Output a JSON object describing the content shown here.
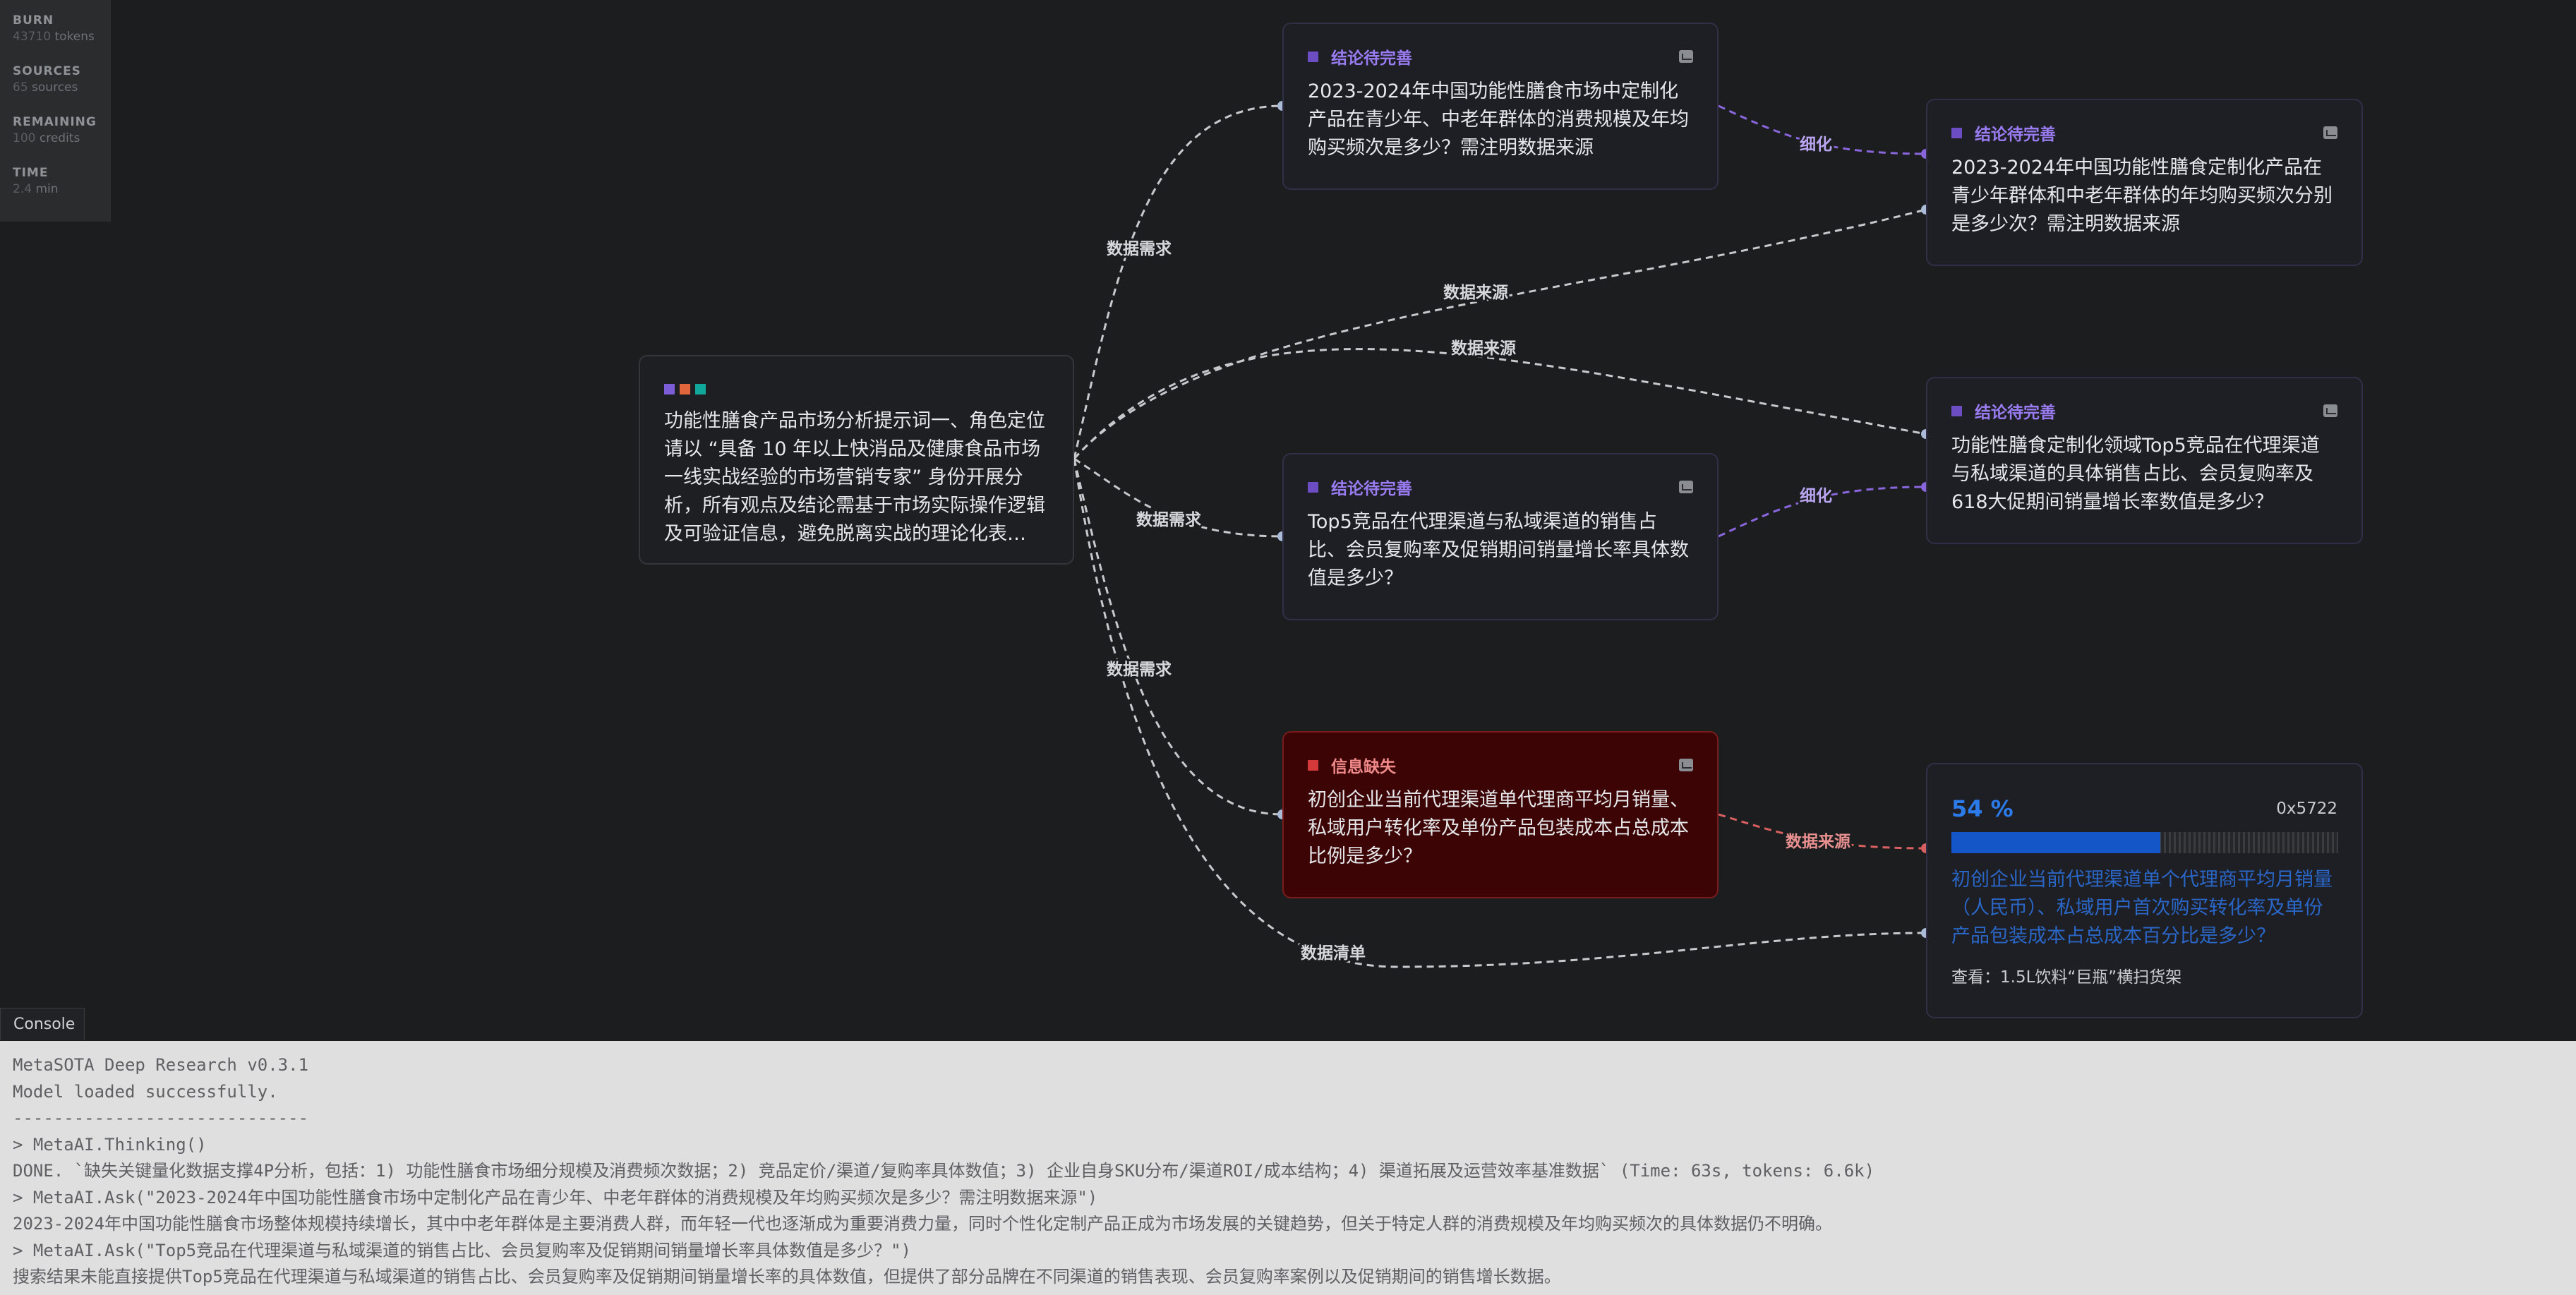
{
  "stats": [
    {
      "label": "BURN",
      "value": "43710",
      "unit": "tokens"
    },
    {
      "label": "SOURCES",
      "value": "65",
      "unit": "sources"
    },
    {
      "label": "REMAINING",
      "value": "100",
      "unit": "credits"
    },
    {
      "label": "TIME",
      "value": "2.4",
      "unit": "min"
    }
  ],
  "root": {
    "colors": [
      "#7d5cd8",
      "#e0663c",
      "#0fa89a"
    ],
    "text": "功能性膳食产品市场分析提示词一、角色定位请以 “具备 10 年以上快消品及健康食品市场一线实战经验的市场营销专家” 身份开展分析，所有观点及结论需基于市场实际操作逻辑及可验证信息，避免脱离实战的理论化表…"
  },
  "nodes": {
    "n1": {
      "status": "结论待完善",
      "text": "2023-2024年中国功能性膳食市场中定制化产品在青少年、中老年群体的消费规模及年均购买频次是多少？需注明数据来源"
    },
    "n2": {
      "status": "结论待完善",
      "text": "Top5竞品在代理渠道与私域渠道的销售占比、会员复购率及促销期间销量增长率具体数值是多少？"
    },
    "n3": {
      "status": "信息缺失",
      "text": "初创企业当前代理渠道单代理商平均月销量、私域用户转化率及单份产品包装成本占总成本比例是多少？"
    },
    "n4": {
      "status": "结论待完善",
      "text": "2023-2024年中国功能性膳食定制化产品在青少年群体和中老年群体的年均购买频次分别是多少次？需注明数据来源"
    },
    "n5": {
      "status": "结论待完善",
      "text": "功能性膳食定制化领域Top5竞品在代理渠道与私域渠道的具体销售占比、会员复购率及618大促期间销量增长率数值是多少？"
    },
    "n6": {
      "percent_label": "54 %",
      "progress": 0.54,
      "id": "0x5722",
      "question": "初创企业当前代理渠道单个代理商平均月销量（人民币）、私域用户首次购买转化率及单份产品包装成本占总成本百分比是多少？",
      "viewing": "查看：1.5L饮料“巨瓶”横扫货架"
    }
  },
  "edge_labels": {
    "e1": "数据需求",
    "e2": "数据来源",
    "e3": "数据来源",
    "e4": "数据需求",
    "e5": "数据需求",
    "e6": "数据清单",
    "e7": "细化",
    "e8": "细化",
    "e9": "数据来源"
  },
  "console": {
    "tab": "Console",
    "lines": [
      "MetaSOTA Deep Research v0.3.1",
      "Model loaded successfully.",
      "-----------------------------",
      "> MetaAI.Thinking()",
      "DONE. `缺失关键量化数据支撑4P分析，包括：1) 功能性膳食市场细分规模及消费频次数据；2) 竞品定价/渠道/复购率具体数值；3) 企业自身SKU分布/渠道ROI/成本结构；4) 渠道拓展及运营效率基准数据` (Time: 63s, tokens: 6.6k)",
      "> MetaAI.Ask(\"2023-2024年中国功能性膳食市场中定制化产品在青少年、中老年群体的消费规模及年均购买频次是多少？需注明数据来源\")",
      "2023-2024年中国功能性膳食市场整体规模持续增长，其中中老年群体是主要消费人群，而年轻一代也逐渐成为重要消费力量，同时个性化定制产品正成为市场发展的关键趋势，但关于特定人群的消费规模及年均购买频次的具体数据仍不明确。",
      "> MetaAI.Ask(\"Top5竞品在代理渠道与私域渠道的销售占比、会员复购率及促销期间销量增长率具体数值是多少？\")",
      "搜索结果未能直接提供Top5竞品在代理渠道与私域渠道的销售占比、会员复购率及促销期间销量增长率的具体数值，但提供了部分品牌在不同渠道的销售表现、会员复购率案例以及促销期间的销售增长数据。"
    ]
  }
}
